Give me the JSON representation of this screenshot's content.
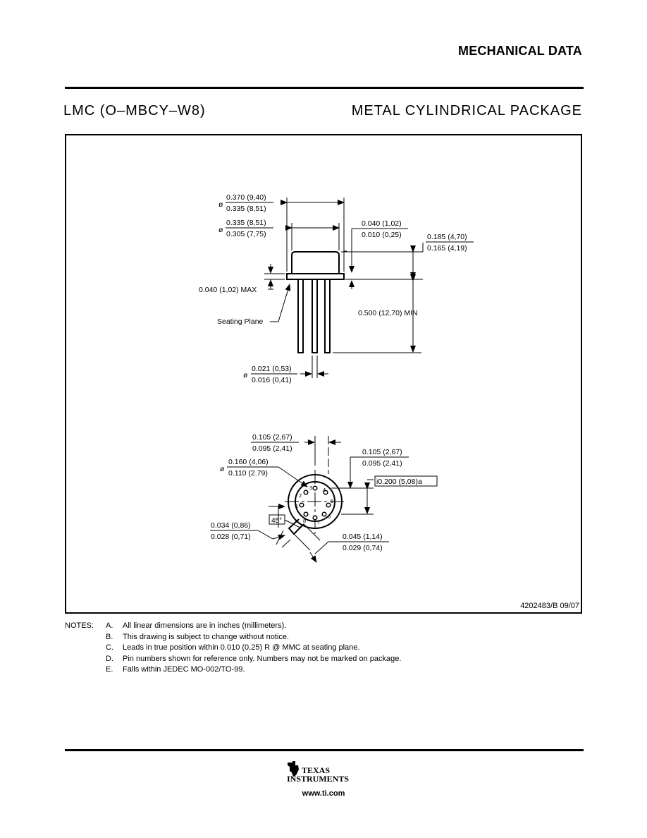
{
  "header": {
    "section_title": "MECHANICAL DATA",
    "package_id": "LMC (O–MBCY–W8)",
    "package_name": "METAL CYLINDRICAL PACKAGE"
  },
  "drawing": {
    "side_view": {
      "dia_outer_top": "0.370 (9,40)",
      "dia_outer_bottom": "0.335 (8,51)",
      "dia_inner_top": "0.335 (8,51)",
      "dia_inner_bottom": "0.305 (7,75)",
      "flange_top": "0.040 (1,02)",
      "flange_bottom": "0.010 (0,25)",
      "height_top": "0.185 (4,70)",
      "height_bottom": "0.165 (4,19)",
      "standoff": "0.040 (1,02) MAX",
      "seating_plane": "Seating Plane",
      "lead_length": "0.500 (12,70) MIN",
      "lead_dia_top": "0.021 (0,53)",
      "lead_dia_bottom": "0.016 (0,41)",
      "dia_symbol": "ø"
    },
    "bottom_view": {
      "tab_width_top": "0.105 (2,67)",
      "tab_width_bottom": "0.095 (2,41)",
      "tab_len_top": "0.105 (2,67)",
      "tab_len_bottom": "0.095 (2,41)",
      "pin_circle_top": "0.160 (4,06)",
      "pin_circle_bottom": "0.110 (2.79)",
      "true_pos": "i0.200 (5,08)a",
      "angle": "45°",
      "tab_thk_top": "0.034 (0,86)",
      "tab_thk_bottom": "0.028 (0,71)",
      "tab_w2_top": "0.045 (1,14)",
      "tab_w2_bottom": "0.029 (0,74)",
      "pins": [
        "1",
        "2",
        "3",
        "4",
        "5",
        "6",
        "7",
        "8"
      ]
    },
    "document_number": "4202483/B 09/07"
  },
  "notes": {
    "label": "NOTES:",
    "items": [
      {
        "letter": "A.",
        "text": "All linear dimensions are in inches (millimeters)."
      },
      {
        "letter": "B.",
        "text": "This drawing is subject to change without notice."
      },
      {
        "letter": "C.",
        "text": "Leads in true position within 0.010 (0,25) R @ MMC at seating plane."
      },
      {
        "letter": "D.",
        "text": "Pin numbers shown for reference only. Numbers may not be marked on package."
      },
      {
        "letter": "E.",
        "text": "Falls within JEDEC MO-002/TO-99."
      }
    ]
  },
  "footer": {
    "logo_line1": "TEXAS",
    "logo_line2": "INSTRUMENTS",
    "url": "www.ti.com"
  }
}
